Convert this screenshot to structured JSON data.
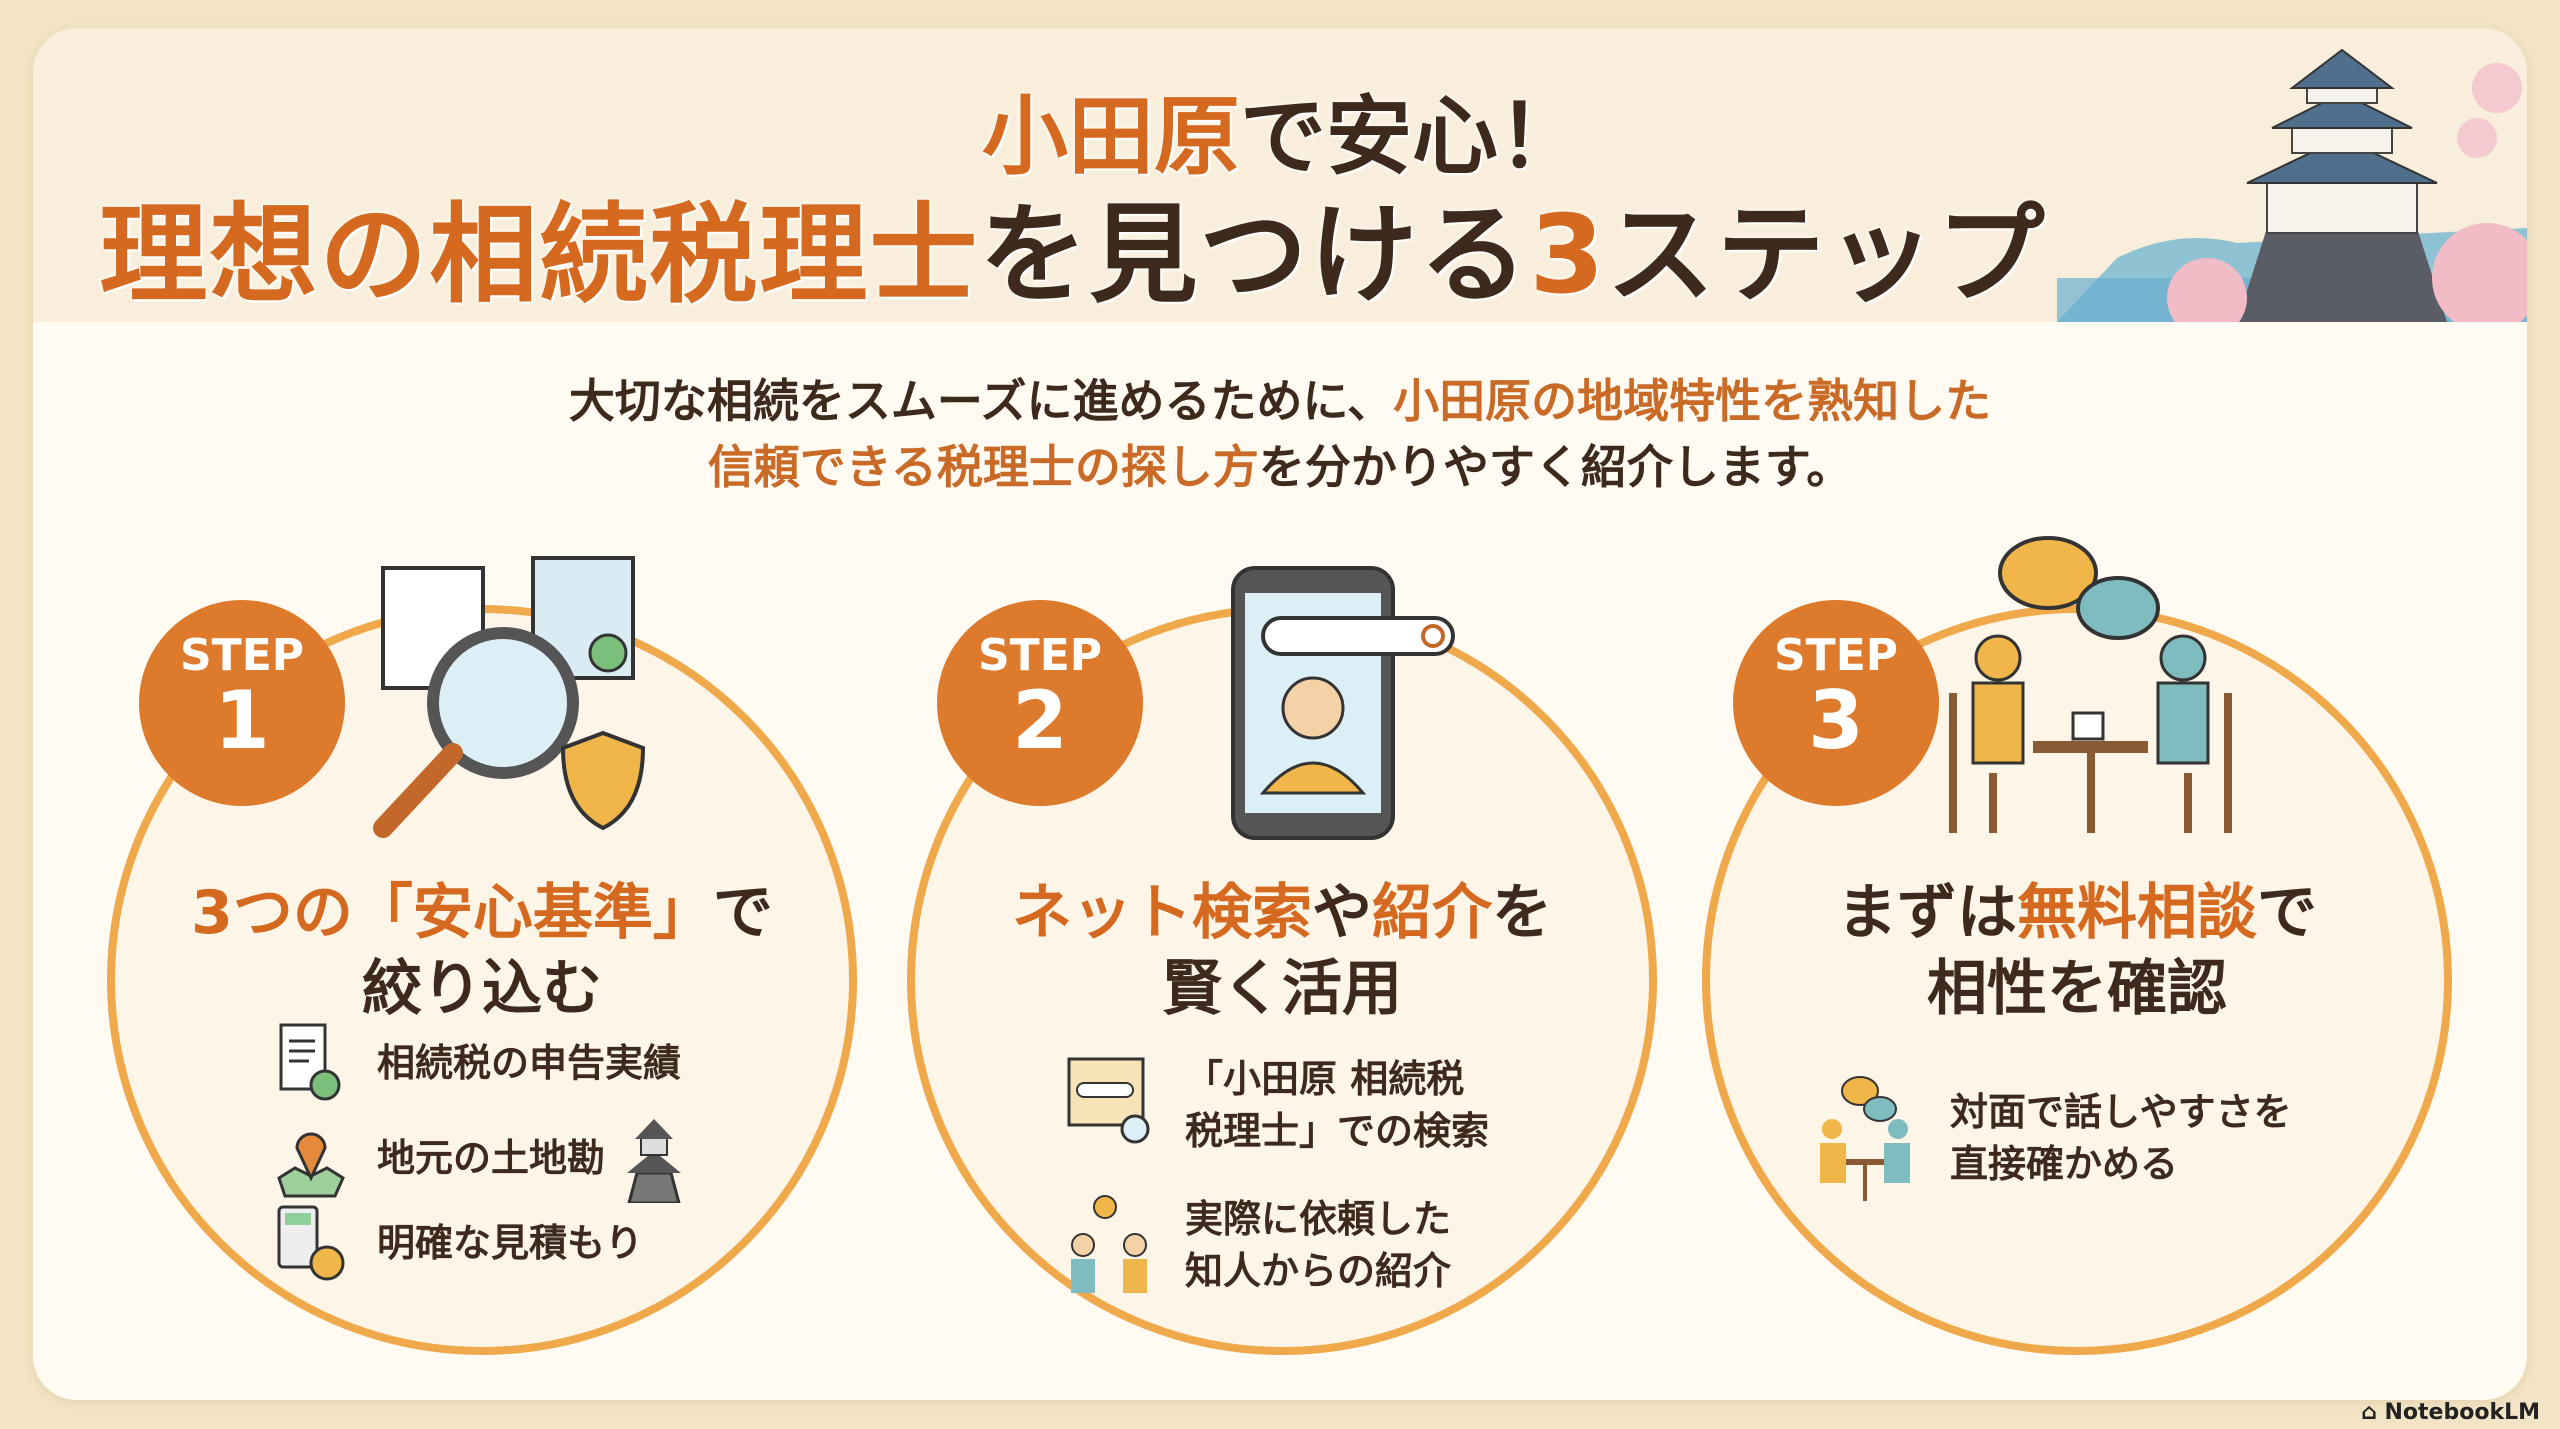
{
  "title": {
    "line1_highlight": "小田原",
    "line1_rest": "で安心！",
    "line2_highlight": "理想の相続税理士",
    "line2_rest": "を見つける",
    "line2_number": "3",
    "line2_end": "ステップ"
  },
  "subtitle": {
    "line1_a": "大切な相続をスムーズに進めるために、",
    "line1_b": "小田原の地域特性を熟知した",
    "line2_a": "信頼できる税理士の探し方",
    "line2_b": "を分かりやすく紹介します。"
  },
  "steps": [
    {
      "badge": "STEP",
      "number": "1",
      "heading_a": "3つの「安心基準」",
      "heading_b": "で",
      "heading_line2": "絞り込む",
      "items": [
        "相続税の申告実績",
        "地元の土地勘",
        "明確な見積もり"
      ]
    },
    {
      "badge": "STEP",
      "number": "2",
      "heading_a": "ネット検索",
      "heading_b": "や",
      "heading_c": "紹介",
      "heading_d": "を",
      "heading_line2": "賢く活用",
      "items": [
        "「小田原 相続税",
        "税理士」での検索",
        "実際に依頼した",
        "知人からの紹介"
      ]
    },
    {
      "badge": "STEP",
      "number": "3",
      "heading_a": "まずは",
      "heading_b": "無料相談",
      "heading_c": "で",
      "heading_line2": "相性を確認",
      "items": [
        "対面で話しやすさを",
        "直接確かめる"
      ]
    }
  ],
  "watermark": "NotebookLM",
  "colors": {
    "accent": "#dd7a2c",
    "ring": "#efa84a",
    "text": "#3d2a1c"
  }
}
